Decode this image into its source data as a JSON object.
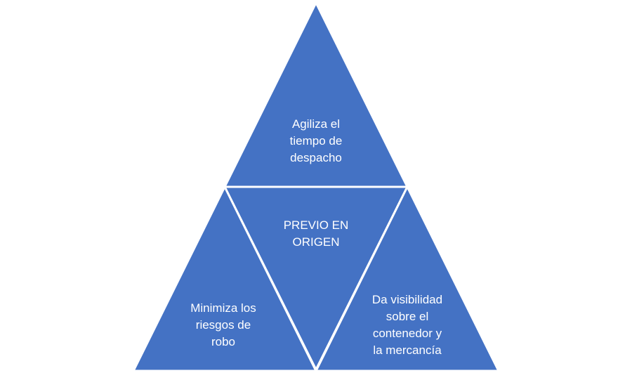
{
  "diagram": {
    "fill_color": "#4472C4",
    "stroke_color": "#FFFFFF",
    "top": {
      "label": "Agiliza el\ntiempo de\ndespacho"
    },
    "center": {
      "label": "PREVIO EN\nORIGEN"
    },
    "left": {
      "label": "Minimiza los\nriesgos de\nrobo"
    },
    "right": {
      "label": "Da visibilidad\nsobre el\ncontenedor y\nla mercancía"
    }
  }
}
